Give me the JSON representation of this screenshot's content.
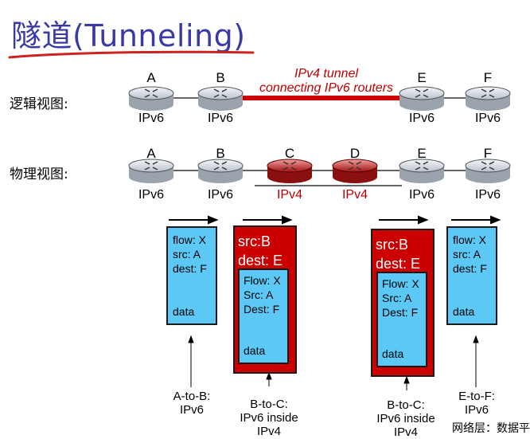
{
  "title": "隧道(Tunneling)",
  "logical_view": {
    "label": "逻辑视图:",
    "routers": [
      {
        "name": "A",
        "type": "IPv6"
      },
      {
        "name": "B",
        "type": "IPv6"
      },
      {
        "name": "E",
        "type": "IPv6"
      },
      {
        "name": "F",
        "type": "IPv6"
      }
    ],
    "tunnel_caption_line1": "IPv4 tunnel",
    "tunnel_caption_line2": "connecting IPv6 routers"
  },
  "physical_view": {
    "label": "物理视图:",
    "routers": [
      {
        "name": "A",
        "type": "IPv6"
      },
      {
        "name": "B",
        "type": "IPv6"
      },
      {
        "name": "C",
        "type": "IPv4"
      },
      {
        "name": "D",
        "type": "IPv4"
      },
      {
        "name": "E",
        "type": "IPv6"
      },
      {
        "name": "F",
        "type": "IPv6"
      }
    ]
  },
  "packets": {
    "ab": {
      "flow": "flow: X",
      "src": "src: A",
      "dest": "dest: F",
      "data": "data",
      "caption_1": "A-to-B:",
      "caption_2": "IPv6"
    },
    "bc": {
      "outer_src": "src:B",
      "outer_dest": "dest: E",
      "flow": "Flow: X",
      "src": "Src: A",
      "dest": "Dest: F",
      "data": "data",
      "caption_1": "B-to-C:",
      "caption_2": "IPv6 inside",
      "caption_3": "IPv4"
    },
    "de": {
      "outer_src": "src:B",
      "outer_dest": "dest: E",
      "flow": "Flow: X",
      "src": "Src: A",
      "dest": "Dest: F",
      "data": "data",
      "caption_1": "B-to-C:",
      "caption_2": "IPv6 inside",
      "caption_3": "IPv4"
    },
    "ef": {
      "flow": "flow: X",
      "src": "src: A",
      "dest": "dest: F",
      "data": "data",
      "caption_1": "E-to-F:",
      "caption_2": "IPv6"
    }
  },
  "footer": "网络层：数据平",
  "colors": {
    "ipv6_router": "#dfe3ea",
    "ipv4_router": "#cc3333",
    "tunnel": "#cc0000",
    "packet": "#5cc8f6",
    "outer_packet": "#cc0000",
    "title": "#3a3aa6"
  }
}
